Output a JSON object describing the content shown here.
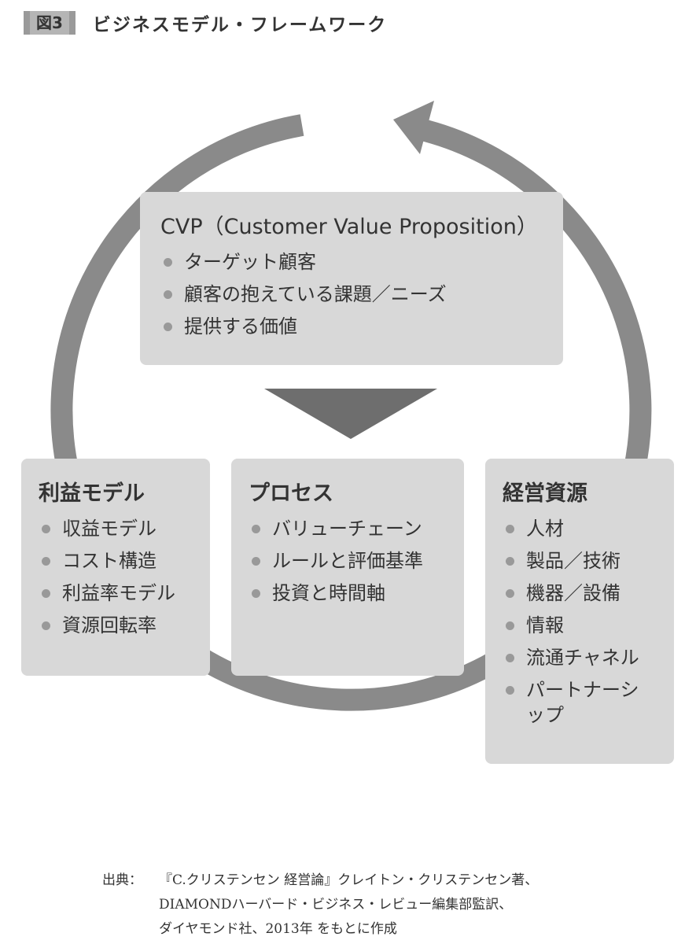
{
  "header": {
    "figure_number": "図3",
    "title": "ビジネスモデル・フレームワーク"
  },
  "cvp": {
    "heading": "CVP（Customer Value Proposition）",
    "items": [
      "ターゲット顧客",
      "顧客の抱えている課題／ニーズ",
      "提供する価値"
    ]
  },
  "profit_model": {
    "heading": "利益モデル",
    "items": [
      "収益モデル",
      "コスト構造",
      "利益率モデル",
      "資源回転率"
    ]
  },
  "process": {
    "heading": "プロセス",
    "items": [
      "バリューチェーン",
      "ルールと評価基準",
      "投資と時間軸"
    ]
  },
  "resources": {
    "heading": "経営資源",
    "items": [
      "人材",
      "製品／技術",
      "機器／設備",
      "情報",
      "流通チャネル",
      "パートナーシップ"
    ]
  },
  "source": {
    "label": "出典：",
    "lines": [
      "『C.クリステンセン 経営論』クレイトン・クリステンセン著、",
      "DIAMONDハーバード・ビジネス・レビュー編集部監訳、",
      "ダイヤモンド社、2013年 をもとに作成"
    ]
  },
  "colors": {
    "box_fill": "#d8d8d8",
    "cycle_arrow": "#8a8a8a",
    "bullet": "#999999",
    "text": "#333333"
  }
}
